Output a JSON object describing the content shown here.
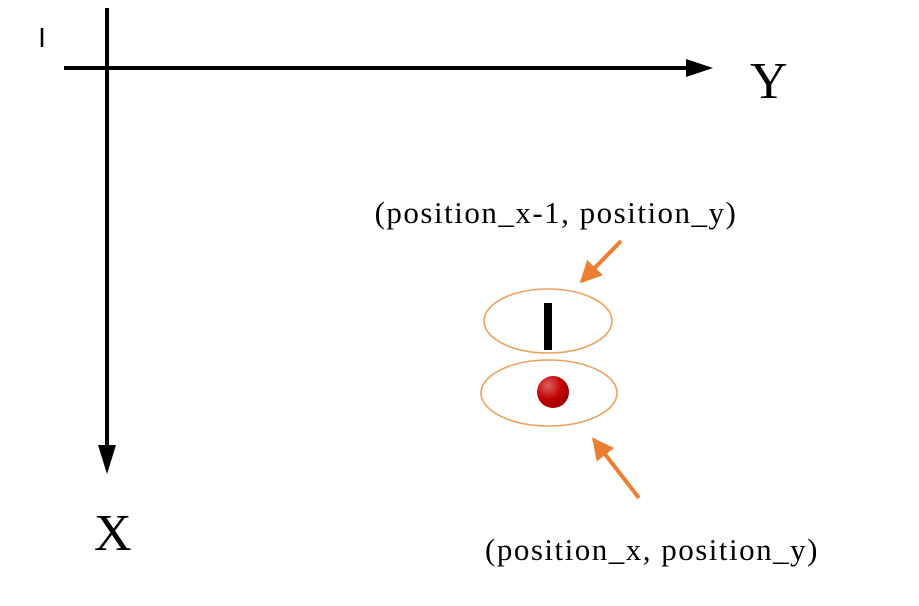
{
  "diagram": {
    "y_axis_label": "Y",
    "x_axis_label": "X",
    "upper_point_label": "(position_x-1, position_y)",
    "lower_point_label": "(position_x, position_y)"
  },
  "colors": {
    "black": "#000000",
    "orange": "#ED7D31",
    "ellipse-orange": "#EDA15C",
    "red": "#C00000"
  }
}
